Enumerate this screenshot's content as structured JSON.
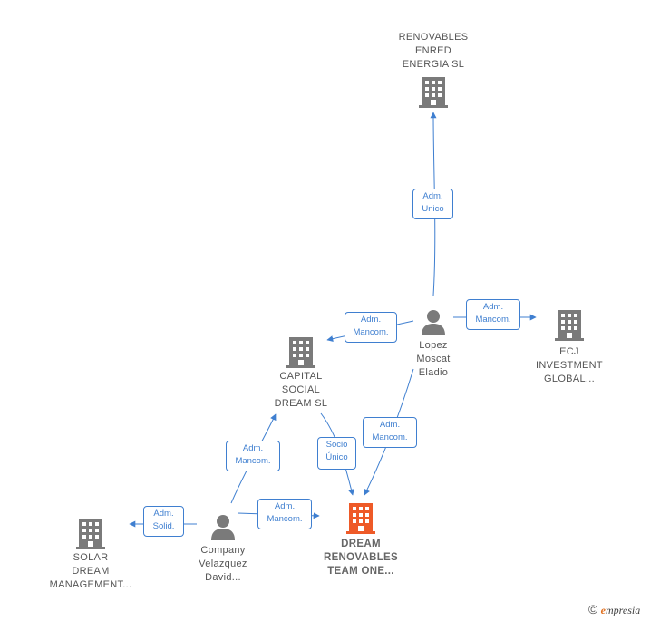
{
  "nodes": {
    "renovables_enred": {
      "label": "RENOVABLES\nENRED\nENERGIA  SL",
      "type": "company"
    },
    "lopez_moscat": {
      "label": "Lopez\nMoscat\nEladio",
      "type": "person"
    },
    "capital_social": {
      "label": "CAPITAL\nSOCIAL\nDREAM  SL",
      "type": "company"
    },
    "ecj_investment": {
      "label": "ECJ\nINVESTMENT\nGLOBAL...",
      "type": "company"
    },
    "dream_renovables": {
      "label": "DREAM\nRENOVABLES\nTEAM ONE...",
      "type": "company",
      "focus": true
    },
    "company_velazquez": {
      "label": "Company\nVelazquez\nDavid...",
      "type": "person"
    },
    "solar_dream": {
      "label": "SOLAR\nDREAM\nMANAGEMENT...",
      "type": "company"
    }
  },
  "edges": {
    "lopez_renovables": {
      "label": "Adm.\nUnico"
    },
    "lopez_capital": {
      "label": "Adm.\nMancom."
    },
    "lopez_ecj": {
      "label": "Adm.\nMancom."
    },
    "lopez_dream": {
      "label": "Adm.\nMancom."
    },
    "capital_dream": {
      "label": "Socio\nÚnico"
    },
    "velazquez_capital": {
      "label": "Adm.\nMancom."
    },
    "velazquez_dream": {
      "label": "Adm.\nMancom."
    },
    "velazquez_solar": {
      "label": "Adm.\nSolid."
    }
  },
  "colors": {
    "edge": "#3f7fd0",
    "icon": "#7a7a7a",
    "focus_icon": "#ee5a28"
  },
  "footer": {
    "copyright": "©",
    "brand_e": "e",
    "brand_rest": "mpresia"
  }
}
